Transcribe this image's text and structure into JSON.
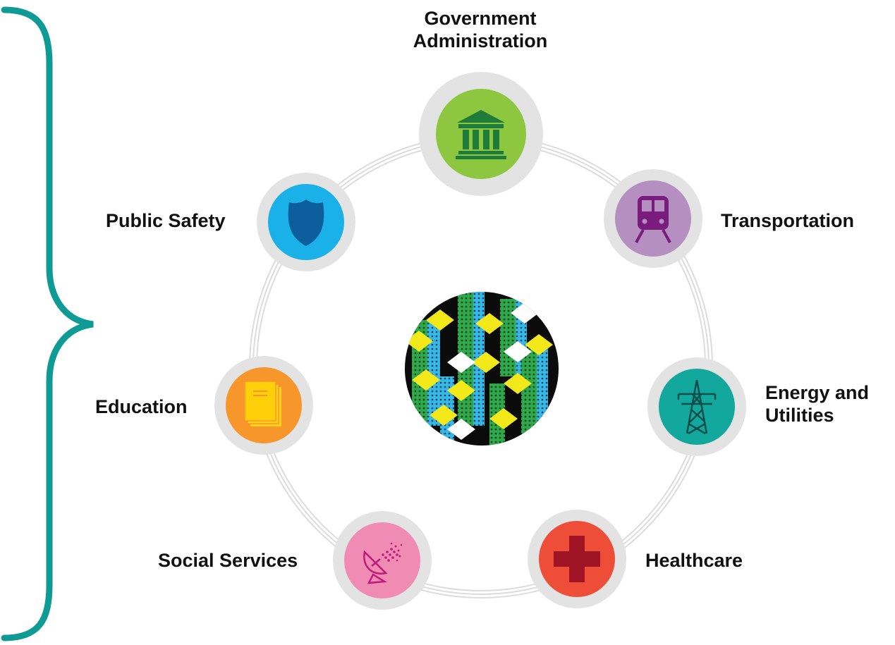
{
  "colors": {
    "brace": "#0e9a95",
    "ring": "#dcdcdc",
    "government": "#8dc63f",
    "public_safety": "#1ab0e8",
    "transportation": "#b48fbf",
    "education": "#f7962b",
    "energy": "#13a89e",
    "social": "#f08cb4",
    "healthcare": "#ee4d38"
  },
  "nodes": {
    "government": {
      "label_line1": "Government",
      "label_line2": "Administration",
      "icon": "government-building-icon"
    },
    "public_safety": {
      "label": "Public Safety",
      "icon": "police-badge-icon"
    },
    "transportation": {
      "label": "Transportation",
      "icon": "train-icon"
    },
    "education": {
      "label": "Education",
      "icon": "books-icon"
    },
    "energy": {
      "label_line1": "Energy and",
      "label_line2": "Utilities",
      "icon": "power-tower-icon"
    },
    "social": {
      "label": "Social Services",
      "icon": "satellite-dish-icon"
    },
    "healthcare": {
      "label": "Healthcare",
      "icon": "medical-cross-icon"
    }
  },
  "center": {
    "icon": "city-pattern-icon"
  }
}
